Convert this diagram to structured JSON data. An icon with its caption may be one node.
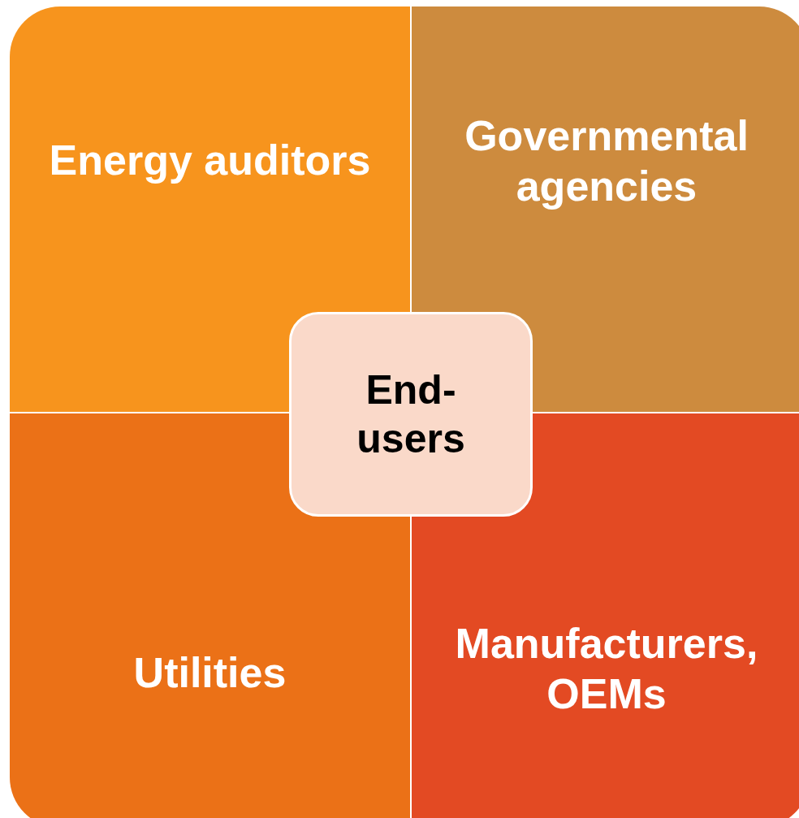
{
  "diagram": {
    "nodes": [
      {
        "text": [
          "Energy auditors"
        ]
      },
      {
        "text": [
          "Governmental agencies"
        ]
      },
      {
        "text": [
          "End-users"
        ]
      },
      {
        "text": [
          "Utilities"
        ]
      },
      {
        "text": [
          "Manufacturers, OEMs"
        ]
      }
    ]
  }
}
